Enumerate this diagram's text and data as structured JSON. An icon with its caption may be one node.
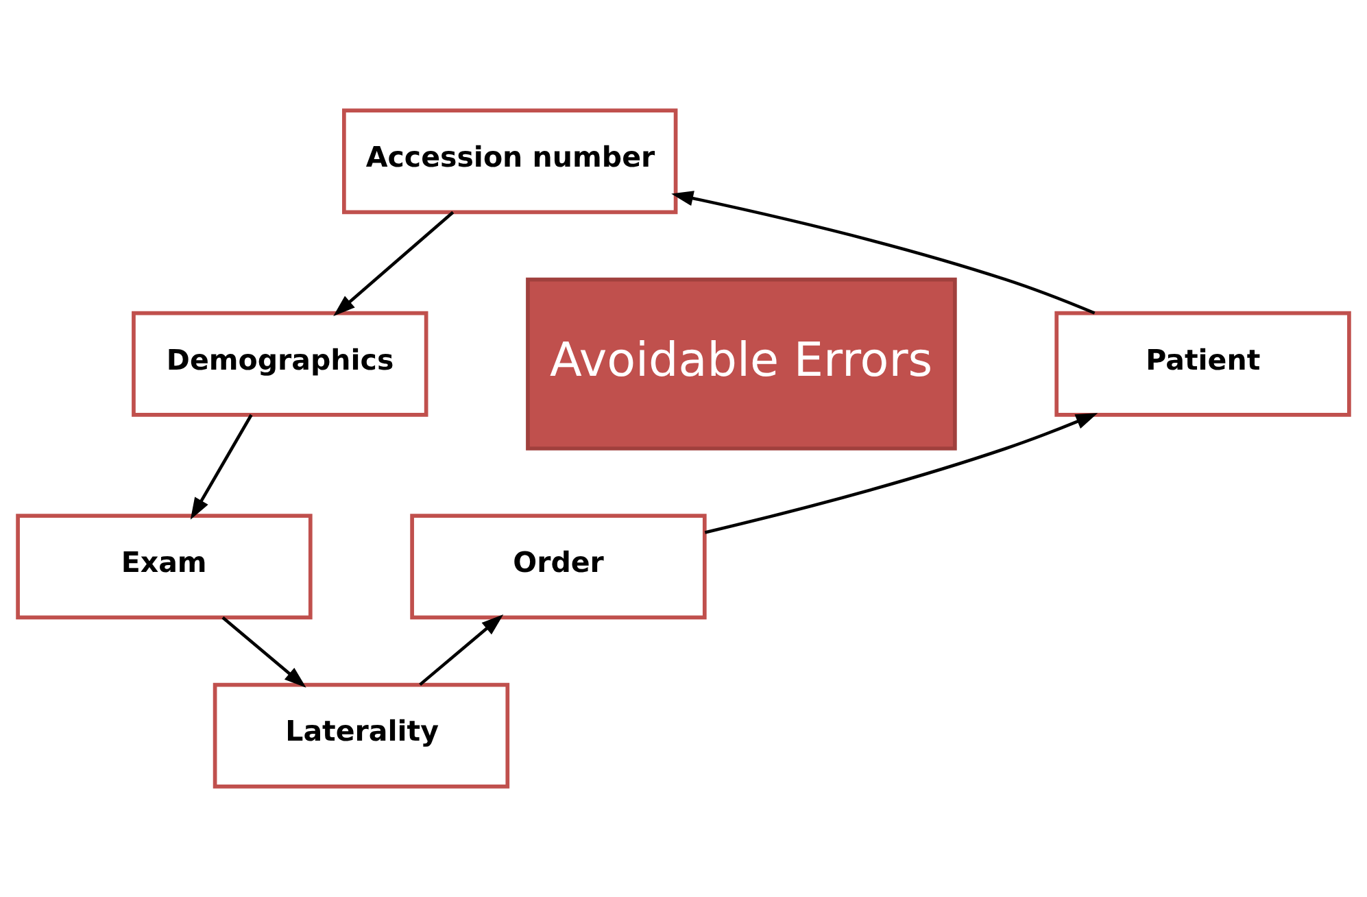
{
  "diagram": {
    "nodes": [
      {
        "text": [
          "Accession number"
        ]
      },
      {
        "text": [
          "Demographics"
        ]
      },
      {
        "text": [
          "Patient"
        ]
      },
      {
        "text": [
          "Avoidable Errors"
        ]
      },
      {
        "text": [
          "Exam"
        ]
      },
      {
        "text": [
          "Order"
        ]
      },
      {
        "text": [
          "Laterality"
        ]
      }
    ],
    "edges": [
      {
        "from": 0,
        "to": 1,
        "arrow": "to"
      },
      {
        "from": 1,
        "to": 4,
        "arrow": "to"
      },
      {
        "from": 4,
        "to": 6,
        "arrow": "to"
      },
      {
        "from": 6,
        "to": 5,
        "arrow": "to"
      },
      {
        "from": 5,
        "to": 2,
        "arrow": "to"
      },
      {
        "from": 2,
        "to": 0,
        "arrow": "to"
      }
    ]
  }
}
